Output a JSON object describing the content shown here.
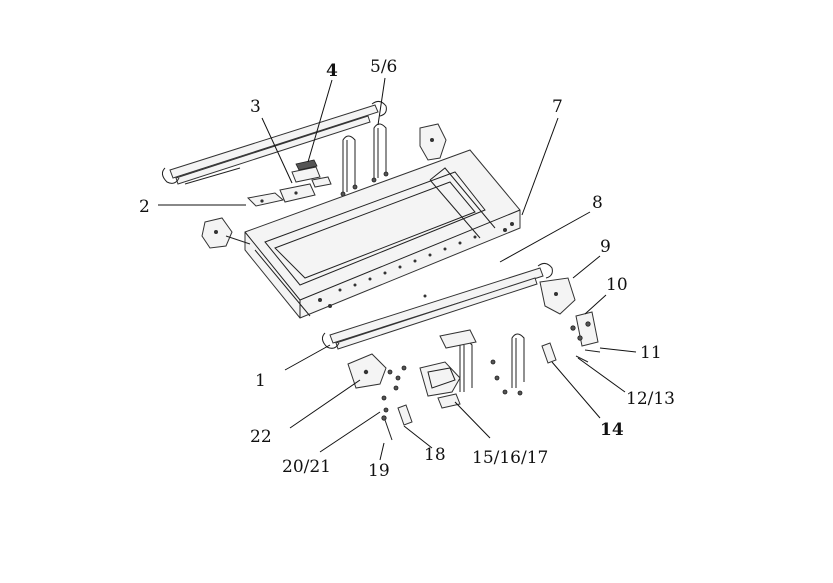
{
  "callouts": [
    {
      "id": "1",
      "text": "1"
    },
    {
      "id": "2",
      "text": "2"
    },
    {
      "id": "3",
      "text": "3"
    },
    {
      "id": "4",
      "text": "4"
    },
    {
      "id": "5",
      "text": "5/6"
    },
    {
      "id": "7",
      "text": "7"
    },
    {
      "id": "8",
      "text": "8"
    },
    {
      "id": "9",
      "text": "9"
    },
    {
      "id": "10",
      "text": "10"
    },
    {
      "id": "11",
      "text": "11"
    },
    {
      "id": "12",
      "text": "12/13"
    },
    {
      "id": "14",
      "text": "14"
    },
    {
      "id": "15",
      "text": "15/16/17"
    },
    {
      "id": "18",
      "text": "18"
    },
    {
      "id": "19",
      "text": "19"
    },
    {
      "id": "20",
      "text": "20/21"
    },
    {
      "id": "22",
      "text": "22"
    }
  ],
  "colors": {
    "line": "#222222",
    "background": "#ffffff"
  }
}
